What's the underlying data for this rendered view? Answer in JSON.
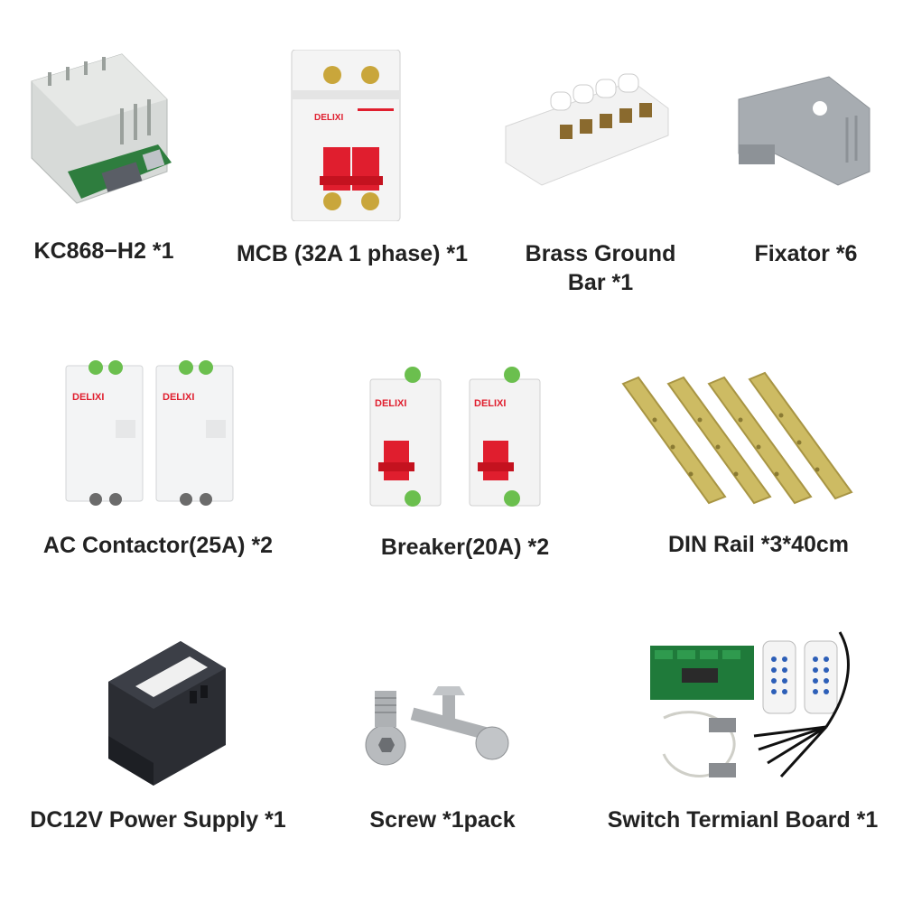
{
  "items": [
    {
      "label": "KC868−H2 *1",
      "icon": "controller-board-icon"
    },
    {
      "label": "MCB (32A 1 phase) *1",
      "icon": "mcb-breaker-icon"
    },
    {
      "label": "Brass Ground Bar *1",
      "icon": "ground-bar-icon"
    },
    {
      "label": "Fixator *6",
      "icon": "fixator-icon"
    },
    {
      "label": "AC Contactor(25A) *2",
      "icon": "ac-contactor-icon"
    },
    {
      "label": "Breaker(20A) *2",
      "icon": "breaker-icon"
    },
    {
      "label": "DIN Rail *3*40cm",
      "icon": "din-rail-icon"
    },
    {
      "label": "DC12V Power Supply  *1",
      "icon": "power-supply-icon"
    },
    {
      "label": "Screw *1pack",
      "icon": "screw-icon"
    },
    {
      "label": "Switch Termianl Board *1",
      "icon": "switch-terminal-board-icon"
    }
  ],
  "brand": "DELIXI",
  "colors": {
    "breaker_handle": "#e01e2e",
    "board_green": "#1f7a3a",
    "rail_gold": "#c9b55a",
    "psu_dark": "#2b2d33"
  }
}
